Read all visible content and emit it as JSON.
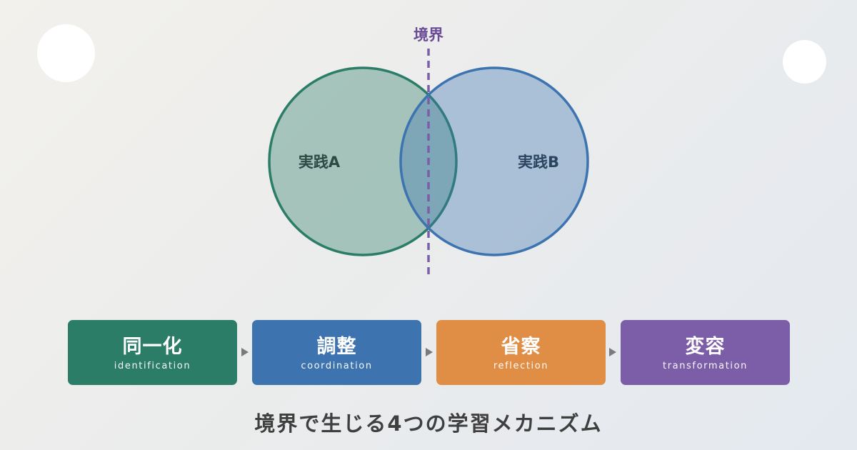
{
  "diagram": {
    "boundary_label": "境界",
    "left_label": "実践A",
    "right_label": "実践B"
  },
  "colors": {
    "green": "#2c7d67",
    "blue": "#3d74b0",
    "orange": "#e08d45",
    "purple": "#7b5ea7",
    "caption": "#3f3f3f"
  },
  "steps": [
    {
      "title": "同一化",
      "subtitle": "identification",
      "color": "#2c7d67"
    },
    {
      "title": "調整",
      "subtitle": "coordination",
      "color": "#3d74b0"
    },
    {
      "title": "省察",
      "subtitle": "reflection",
      "color": "#e08d45"
    },
    {
      "title": "変容",
      "subtitle": "transformation",
      "color": "#7b5ea7"
    }
  ],
  "caption": "境界で生じる4つの学習メカニズム"
}
